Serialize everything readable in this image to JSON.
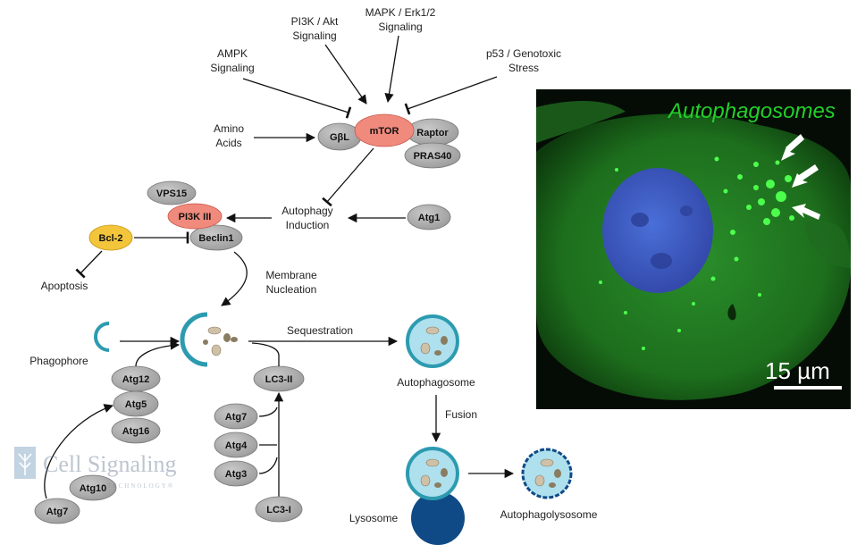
{
  "signals": {
    "pi3k_akt": [
      "PI3K / Akt",
      "Signaling"
    ],
    "mapk": [
      "MAPK / Erk1/2",
      "Signaling"
    ],
    "ampk": [
      "AMPK",
      "Signaling"
    ],
    "p53": [
      "p53 / Genotoxic",
      "Stress"
    ],
    "amino_acids": [
      "Amino",
      "Acids"
    ]
  },
  "proteins": {
    "gbl": "GβL",
    "mtor": "mTOR",
    "raptor": "Raptor",
    "pras40": "PRAS40",
    "vps15": "VPS15",
    "pi3k3": "PI3K III",
    "beclin1": "Beclin1",
    "bcl2": "Bcl-2",
    "atg1": "Atg1",
    "atg12": "Atg12",
    "atg5": "Atg5",
    "atg16": "Atg16",
    "atg7_left": "Atg7",
    "atg10": "Atg10",
    "atg7_mid": "Atg7",
    "atg4": "Atg4",
    "atg3": "Atg3",
    "lc3_ii": "LC3-II",
    "lc3_i": "LC3-I"
  },
  "labels": {
    "autophagy_induction": [
      "Autophagy",
      "Induction"
    ],
    "membrane_nucleation": [
      "Membrane",
      "Nucleation"
    ],
    "apoptosis": "Apoptosis",
    "phagophore": "Phagophore",
    "sequestration": "Sequestration",
    "autophagosome": "Autophagosome",
    "fusion": "Fusion",
    "lysosome": "Lysosome",
    "autophagolysosome": "Autophagolysosome"
  },
  "logo": {
    "name": "Cell Signaling",
    "sub": "TECHNOLOGY®"
  },
  "micrograph": {
    "title": "Autophagosomes",
    "scale": "15 µm"
  },
  "colors": {
    "node_gray": "#a9a9a9",
    "mtor_red": "#f08a7c",
    "bcl2_yellow": "#f3c53b",
    "vesicle_teal": "#2c9bb0",
    "vesicle_fill": "#aee0ee",
    "lysosome_blue": "#0f4a86",
    "micro_green": "#22d02a"
  }
}
